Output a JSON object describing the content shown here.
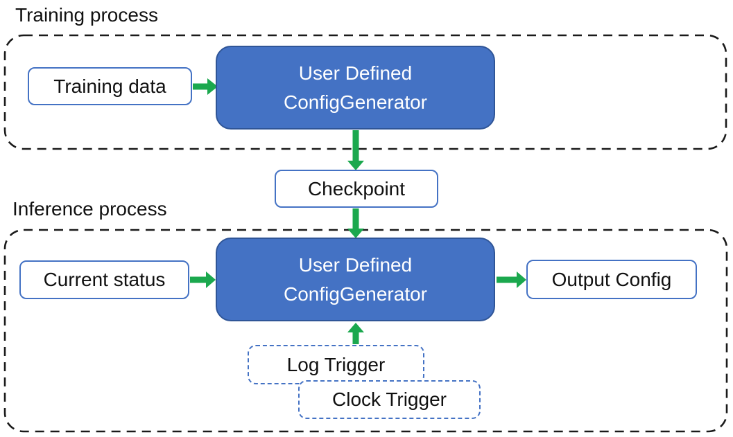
{
  "colors": {
    "node_fill": "#4472C4",
    "node_border": "#2F5597",
    "outline_blue": "#4472C4",
    "arrow_green": "#1BA84E",
    "dashed_black": "#1a1a1a",
    "text_dark": "#111111",
    "text_light": "#ffffff",
    "background": "#ffffff"
  },
  "training": {
    "label": "Training process",
    "training_data": "Training data",
    "generator": {
      "line1": "User Defined",
      "line2": "ConfigGenerator"
    }
  },
  "checkpoint": {
    "label": "Checkpoint"
  },
  "inference": {
    "label": "Inference process",
    "current_status": "Current status",
    "generator": {
      "line1": "User Defined",
      "line2": "ConfigGenerator"
    },
    "output_config": "Output Config",
    "log_trigger": "Log Trigger",
    "clock_trigger": "Clock Trigger"
  }
}
